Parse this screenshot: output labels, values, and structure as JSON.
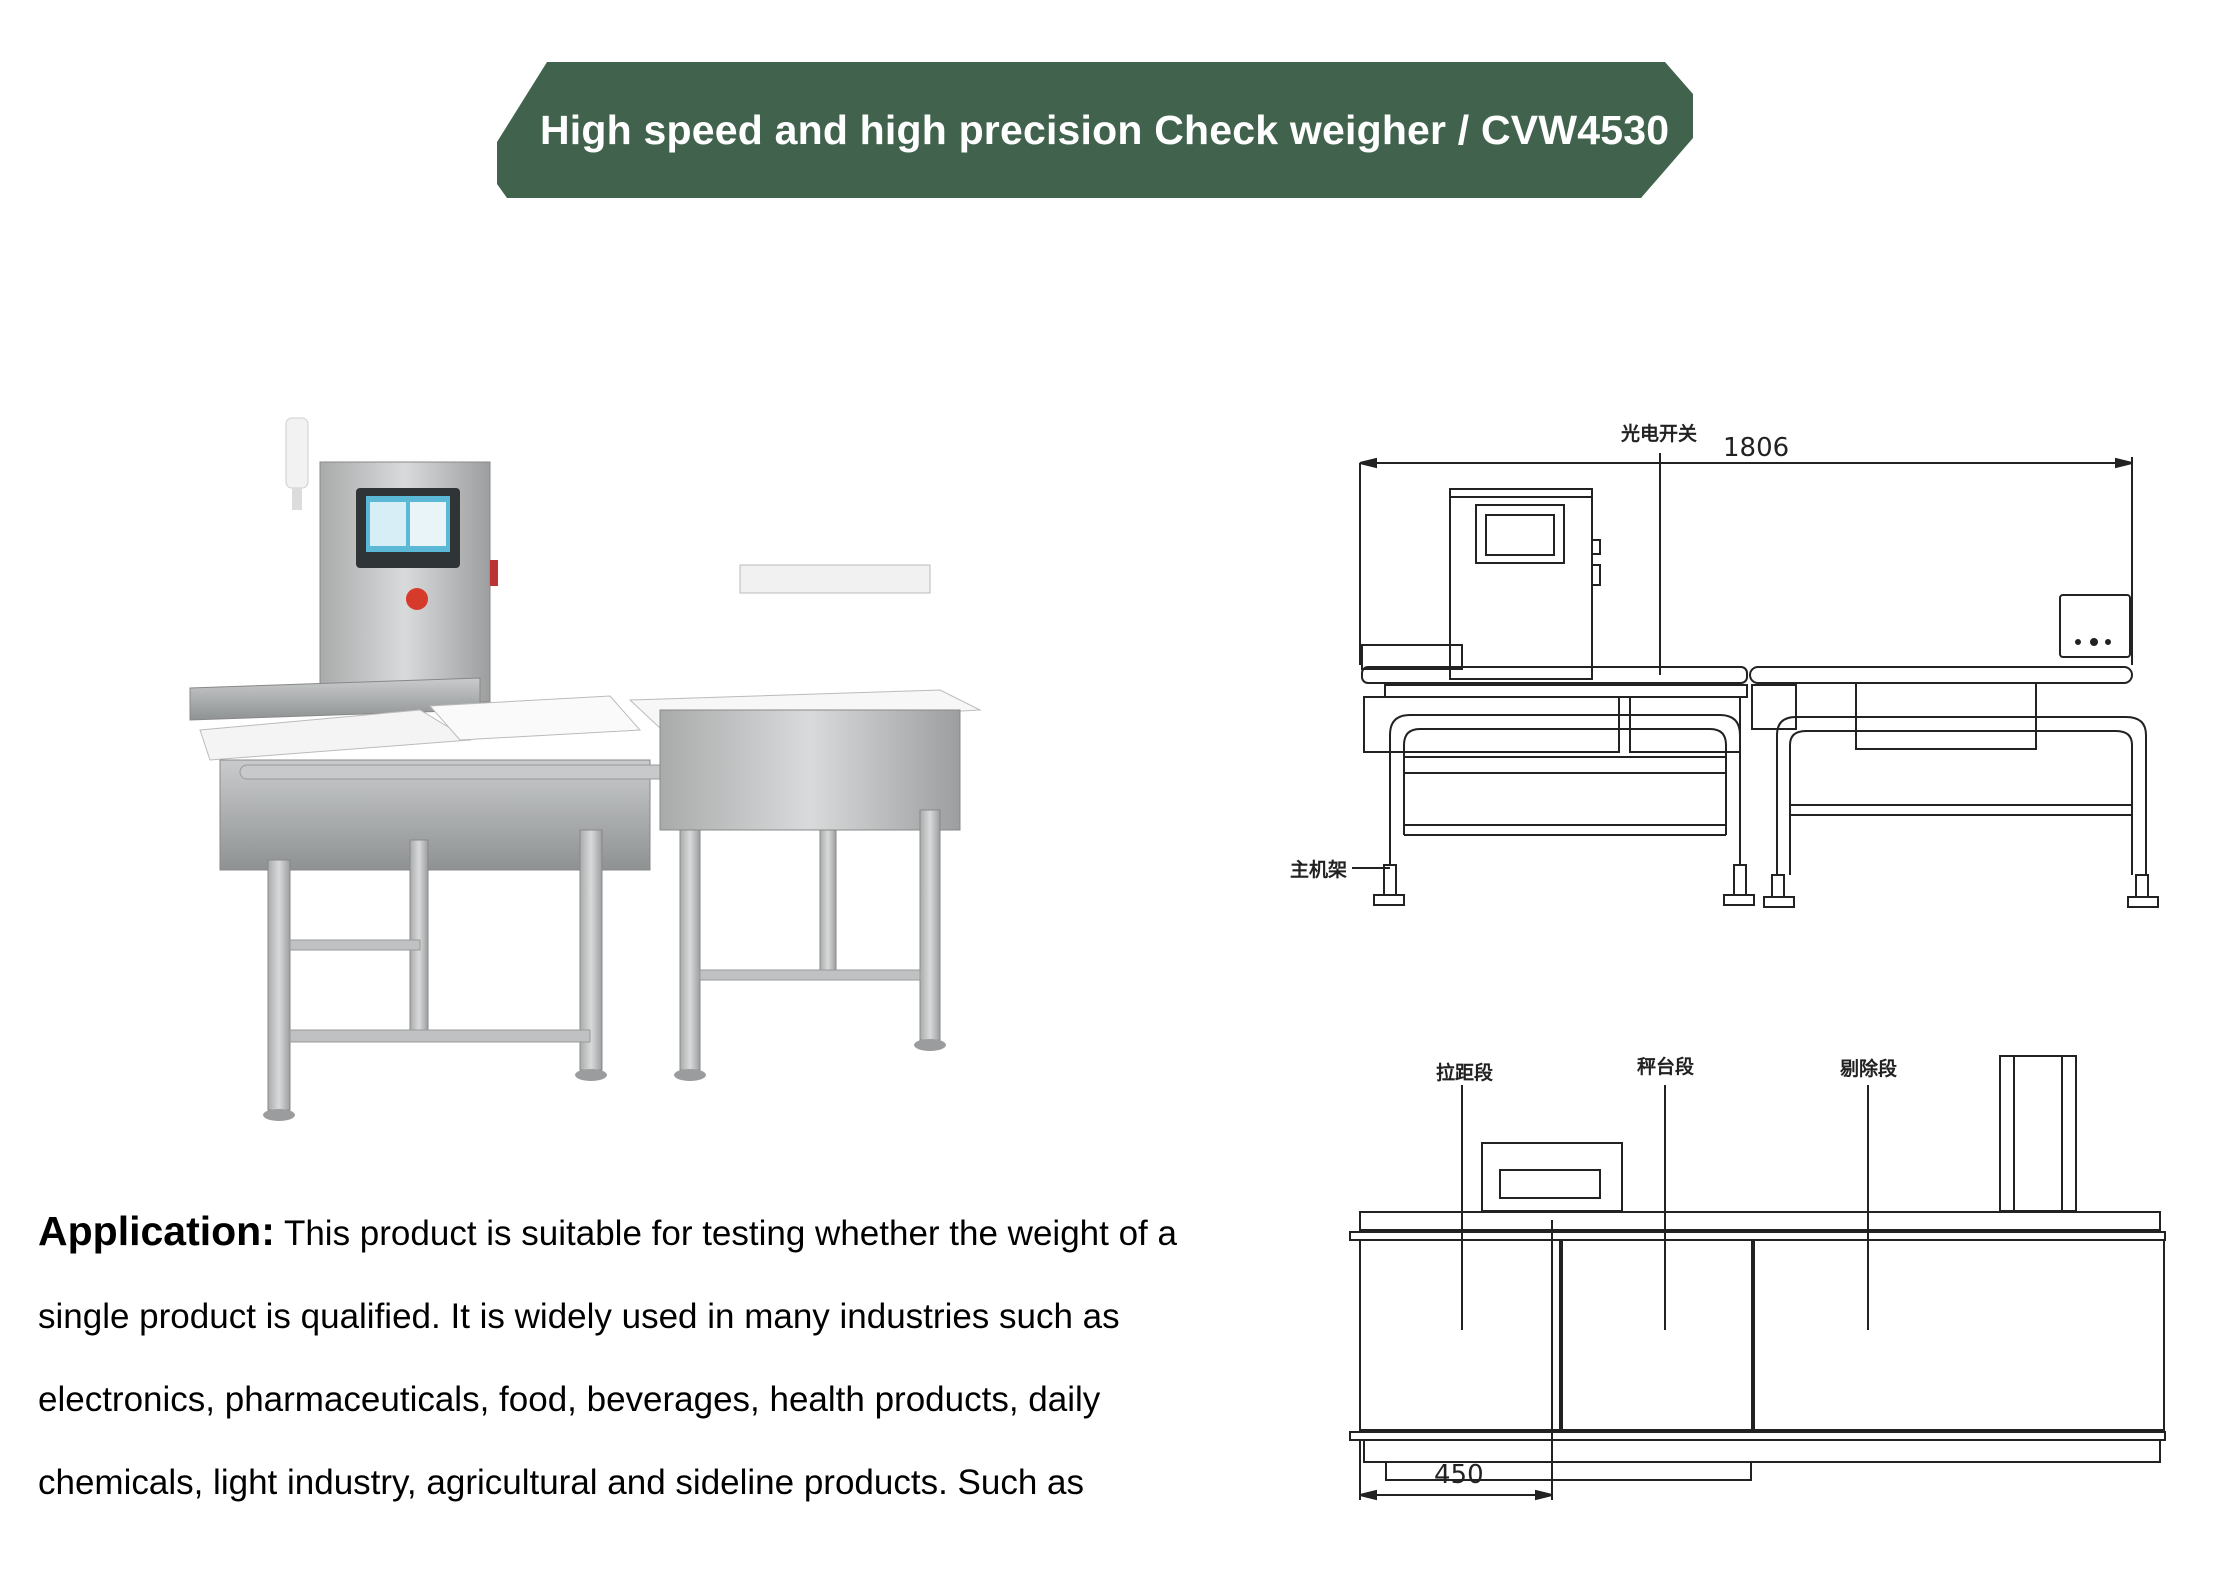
{
  "banner": {
    "title": "High speed and high precision Check weigher / CVW4530",
    "color": "#41634d",
    "text_color": "#ffffff"
  },
  "product_photo": {
    "label": "check-weigher-machine-photo",
    "screen_color": "#5bb8d6",
    "button_color": "#d63a2a"
  },
  "front_view_drawing": {
    "dimension_total": "1806",
    "labels": {
      "photoelectric_switch": "光电开关",
      "main_frame": "主机架"
    }
  },
  "top_view_drawing": {
    "dimension_section": "450",
    "labels": {
      "spacing_section": "拉距段",
      "weighing_section": "秤台段",
      "rejection_section": "剔除段"
    }
  },
  "application": {
    "heading": "Application:",
    "lines": [
      " This product is suitable for testing whether the weight of a",
      "single product is qualified. It is widely used in many industries such as",
      "electronics, pharmaceuticals, food, beverages, health products, daily",
      "chemicals, light industry, agricultural and sideline products. Such as"
    ]
  }
}
